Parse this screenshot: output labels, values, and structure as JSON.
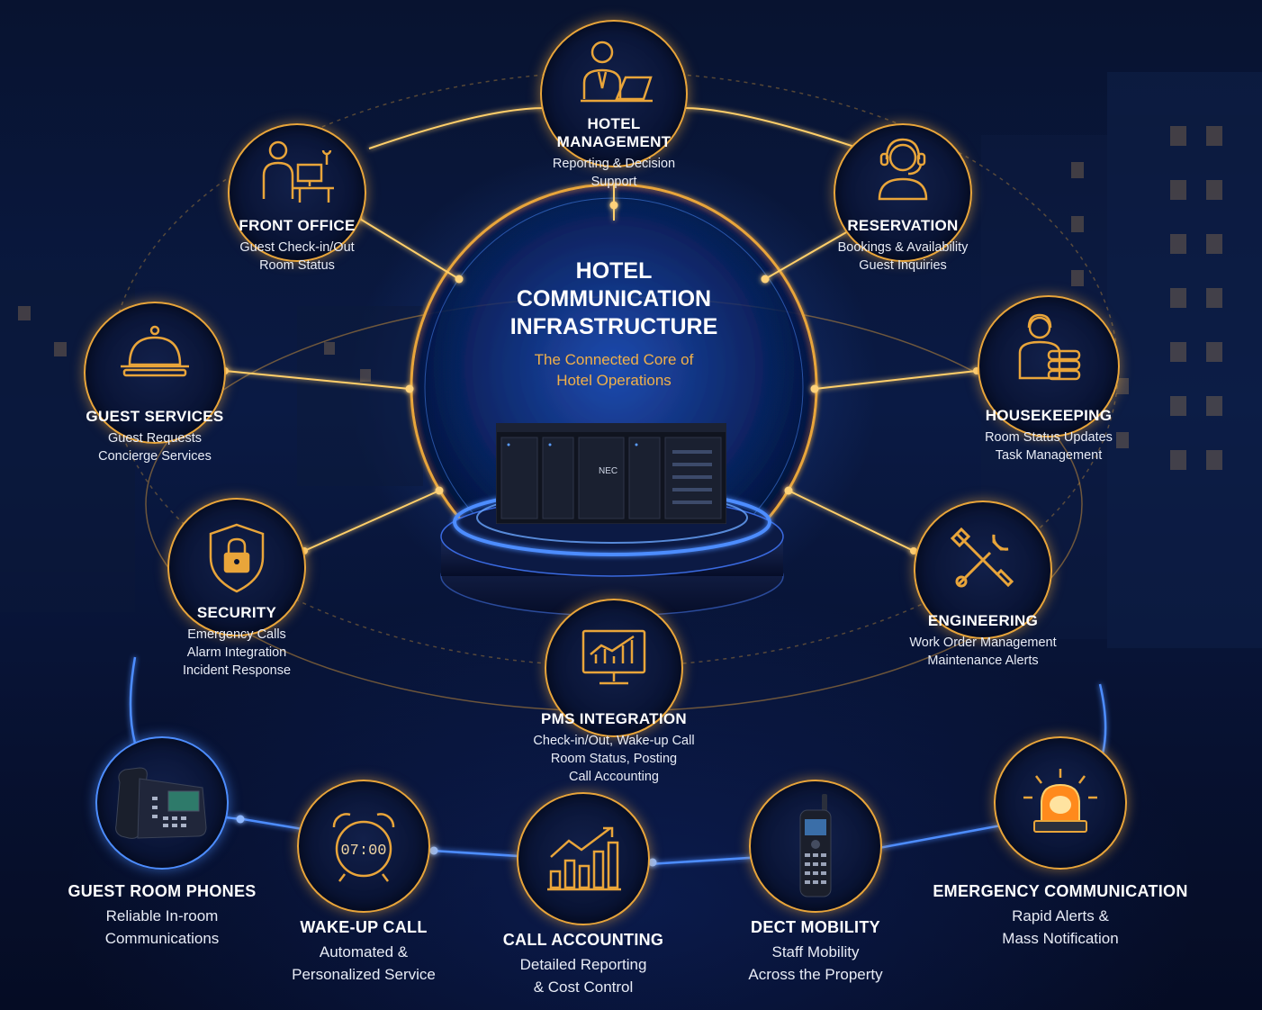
{
  "core": {
    "title_lines": [
      "HOTEL",
      "COMMUNICATION",
      "INFRASTRUCTURE"
    ],
    "subtitle_lines": [
      "The Connected Core of",
      "Hotel Operations"
    ],
    "server_label": "NEC"
  },
  "nodes": [
    {
      "id": "hotel-management",
      "icon": "manager-laptop-icon",
      "title_lines": [
        "HOTEL",
        "MANAGEMENT"
      ],
      "lines": [
        "Reporting & Decision",
        "Support"
      ]
    },
    {
      "id": "front-office",
      "icon": "front-desk-icon",
      "title_lines": [
        "FRONT OFFICE"
      ],
      "lines": [
        "Guest Check-in/Out",
        "Room Status"
      ]
    },
    {
      "id": "reservation",
      "icon": "headset-agent-icon",
      "title_lines": [
        "RESERVATION"
      ],
      "lines": [
        "Bookings & Availability",
        "Guest Inquiries"
      ]
    },
    {
      "id": "guest-services",
      "icon": "service-bell-icon",
      "title_lines": [
        "GUEST SERVICES"
      ],
      "lines": [
        "Guest Requests",
        "Concierge Services"
      ]
    },
    {
      "id": "housekeeping",
      "icon": "housekeeper-towels-icon",
      "title_lines": [
        "HOUSEKEEPING"
      ],
      "lines": [
        "Room Status Updates",
        "Task Management"
      ]
    },
    {
      "id": "security",
      "icon": "shield-lock-icon",
      "title_lines": [
        "SECURITY"
      ],
      "lines": [
        "Emergency Calls",
        "Alarm Integration",
        "Incident Response"
      ]
    },
    {
      "id": "engineering",
      "icon": "wrench-screwdriver-icon",
      "title_lines": [
        "ENGINEERING"
      ],
      "lines": [
        "Work Order Management",
        "Maintenance Alerts"
      ]
    },
    {
      "id": "pms-integration",
      "icon": "monitor-chart-icon",
      "title_lines": [
        "PMS INTEGRATION"
      ],
      "lines": [
        "Check-in/Out, Wake-up Call",
        "Room Status, Posting",
        "Call Accounting"
      ]
    }
  ],
  "bottom_nodes": [
    {
      "id": "guest-room-phones",
      "icon": "desk-phone-icon",
      "title": "GUEST ROOM PHONES",
      "lines": [
        "Reliable In-room",
        "Communications"
      ]
    },
    {
      "id": "wake-up-call",
      "icon": "alarm-clock-icon",
      "clock_text": "07:00",
      "title": "WAKE-UP CALL",
      "lines": [
        "Automated &",
        "Personalized Service"
      ]
    },
    {
      "id": "call-accounting",
      "icon": "bar-chart-growth-icon",
      "title": "CALL ACCOUNTING",
      "lines": [
        "Detailed Reporting",
        "& Cost Control"
      ]
    },
    {
      "id": "dect-mobility",
      "icon": "dect-handset-icon",
      "title": "DECT MOBILITY",
      "lines": [
        "Staff Mobility",
        "Across the Property"
      ]
    },
    {
      "id": "emergency-communication",
      "icon": "siren-light-icon",
      "title": "EMERGENCY COMMUNICATION",
      "lines": [
        "Rapid Alerts &",
        "Mass Notification"
      ]
    }
  ],
  "colors": {
    "gold": "#e9a53a",
    "blue": "#4d8dff",
    "glow": "#ffcf6a",
    "bg": "#081330"
  }
}
